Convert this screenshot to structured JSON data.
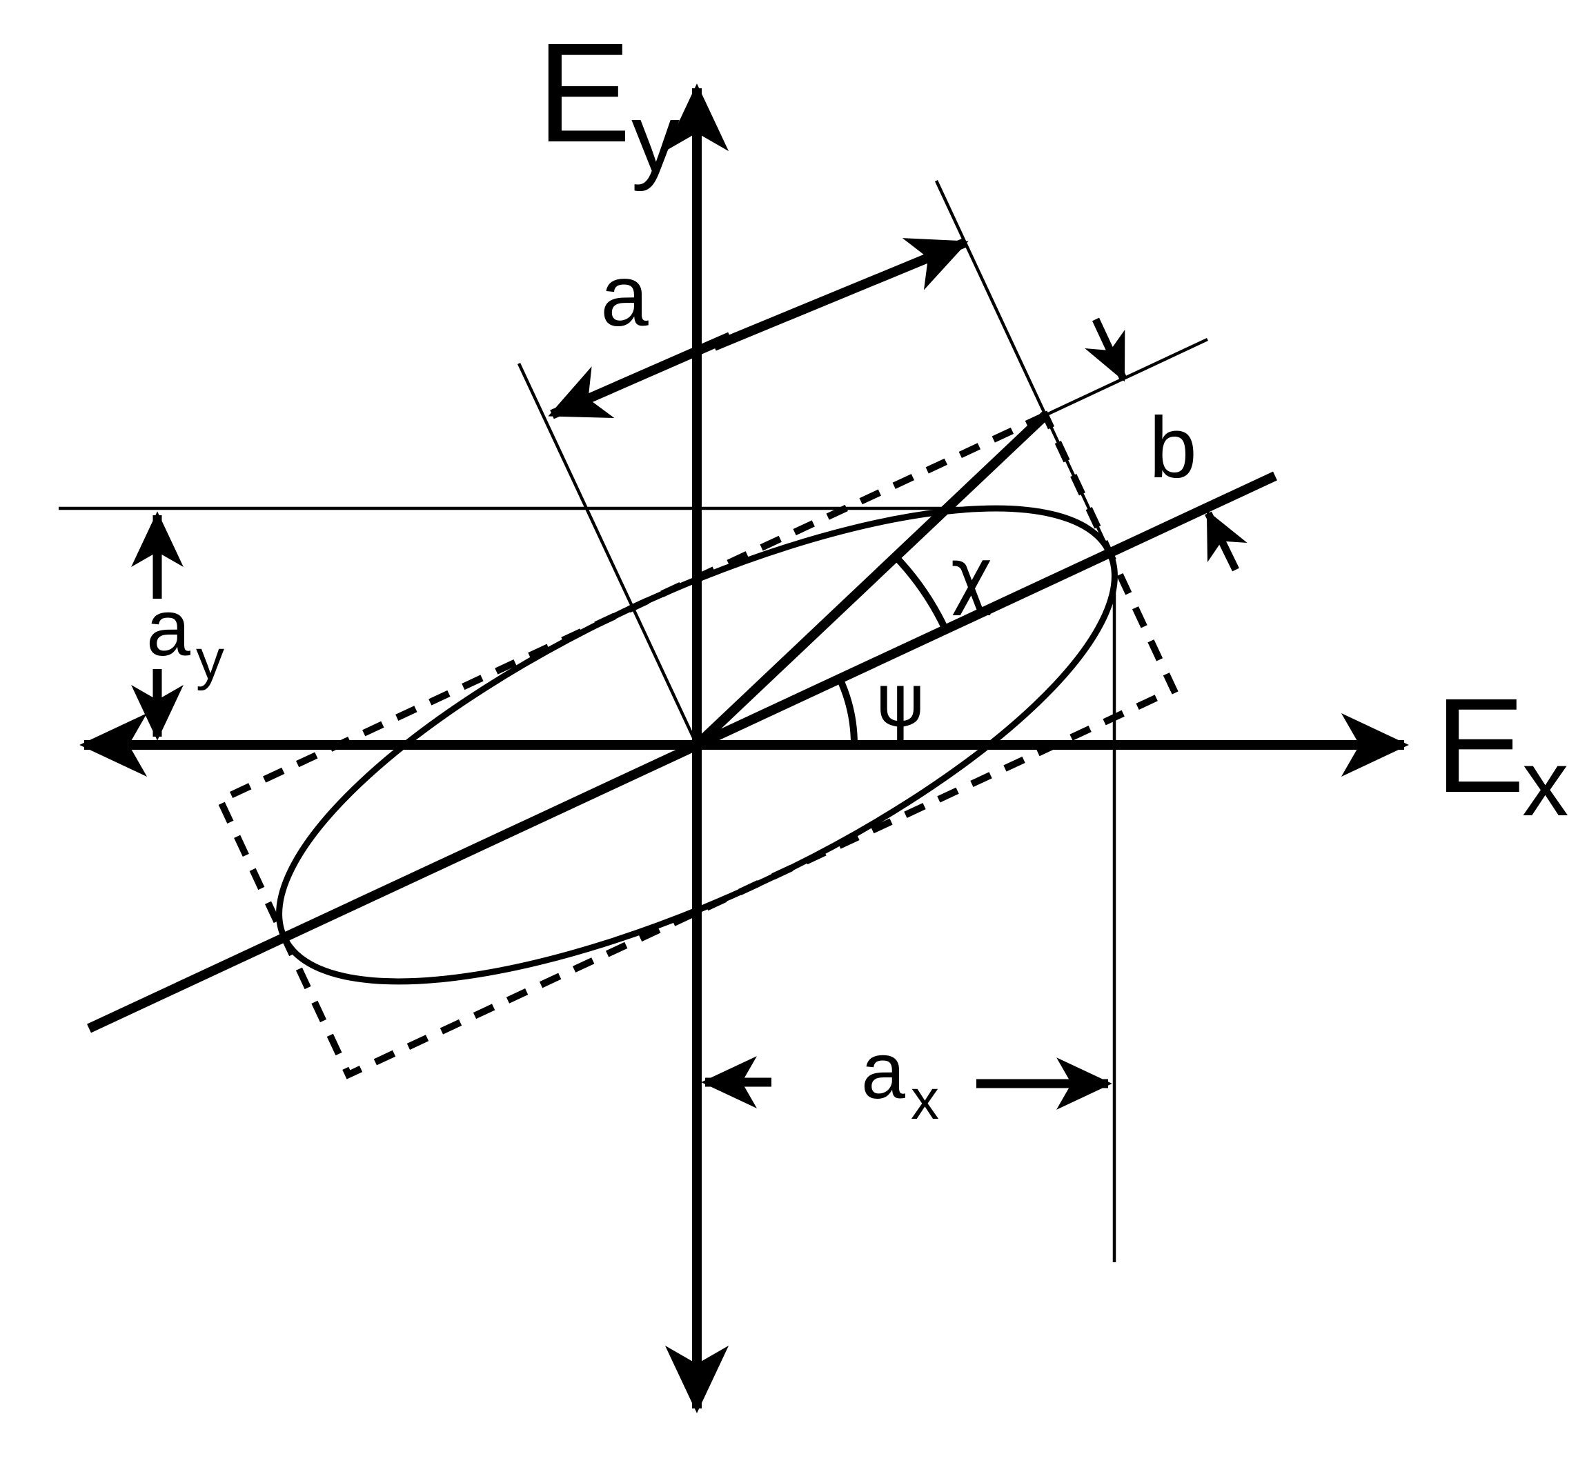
{
  "colors": {
    "ink": "#000000",
    "background": "#ffffff"
  },
  "labels": {
    "ey_axis": {
      "main": "E",
      "sub": "y"
    },
    "ex_axis": {
      "main": "E",
      "sub": "x"
    },
    "semi_major": "a",
    "semi_minor": "b",
    "x_amplitude": {
      "main": "a",
      "sub": "x"
    },
    "y_amplitude": {
      "main": "a",
      "sub": "y"
    },
    "ellipticity_angle": "χ",
    "orientation_angle": "ψ"
  }
}
